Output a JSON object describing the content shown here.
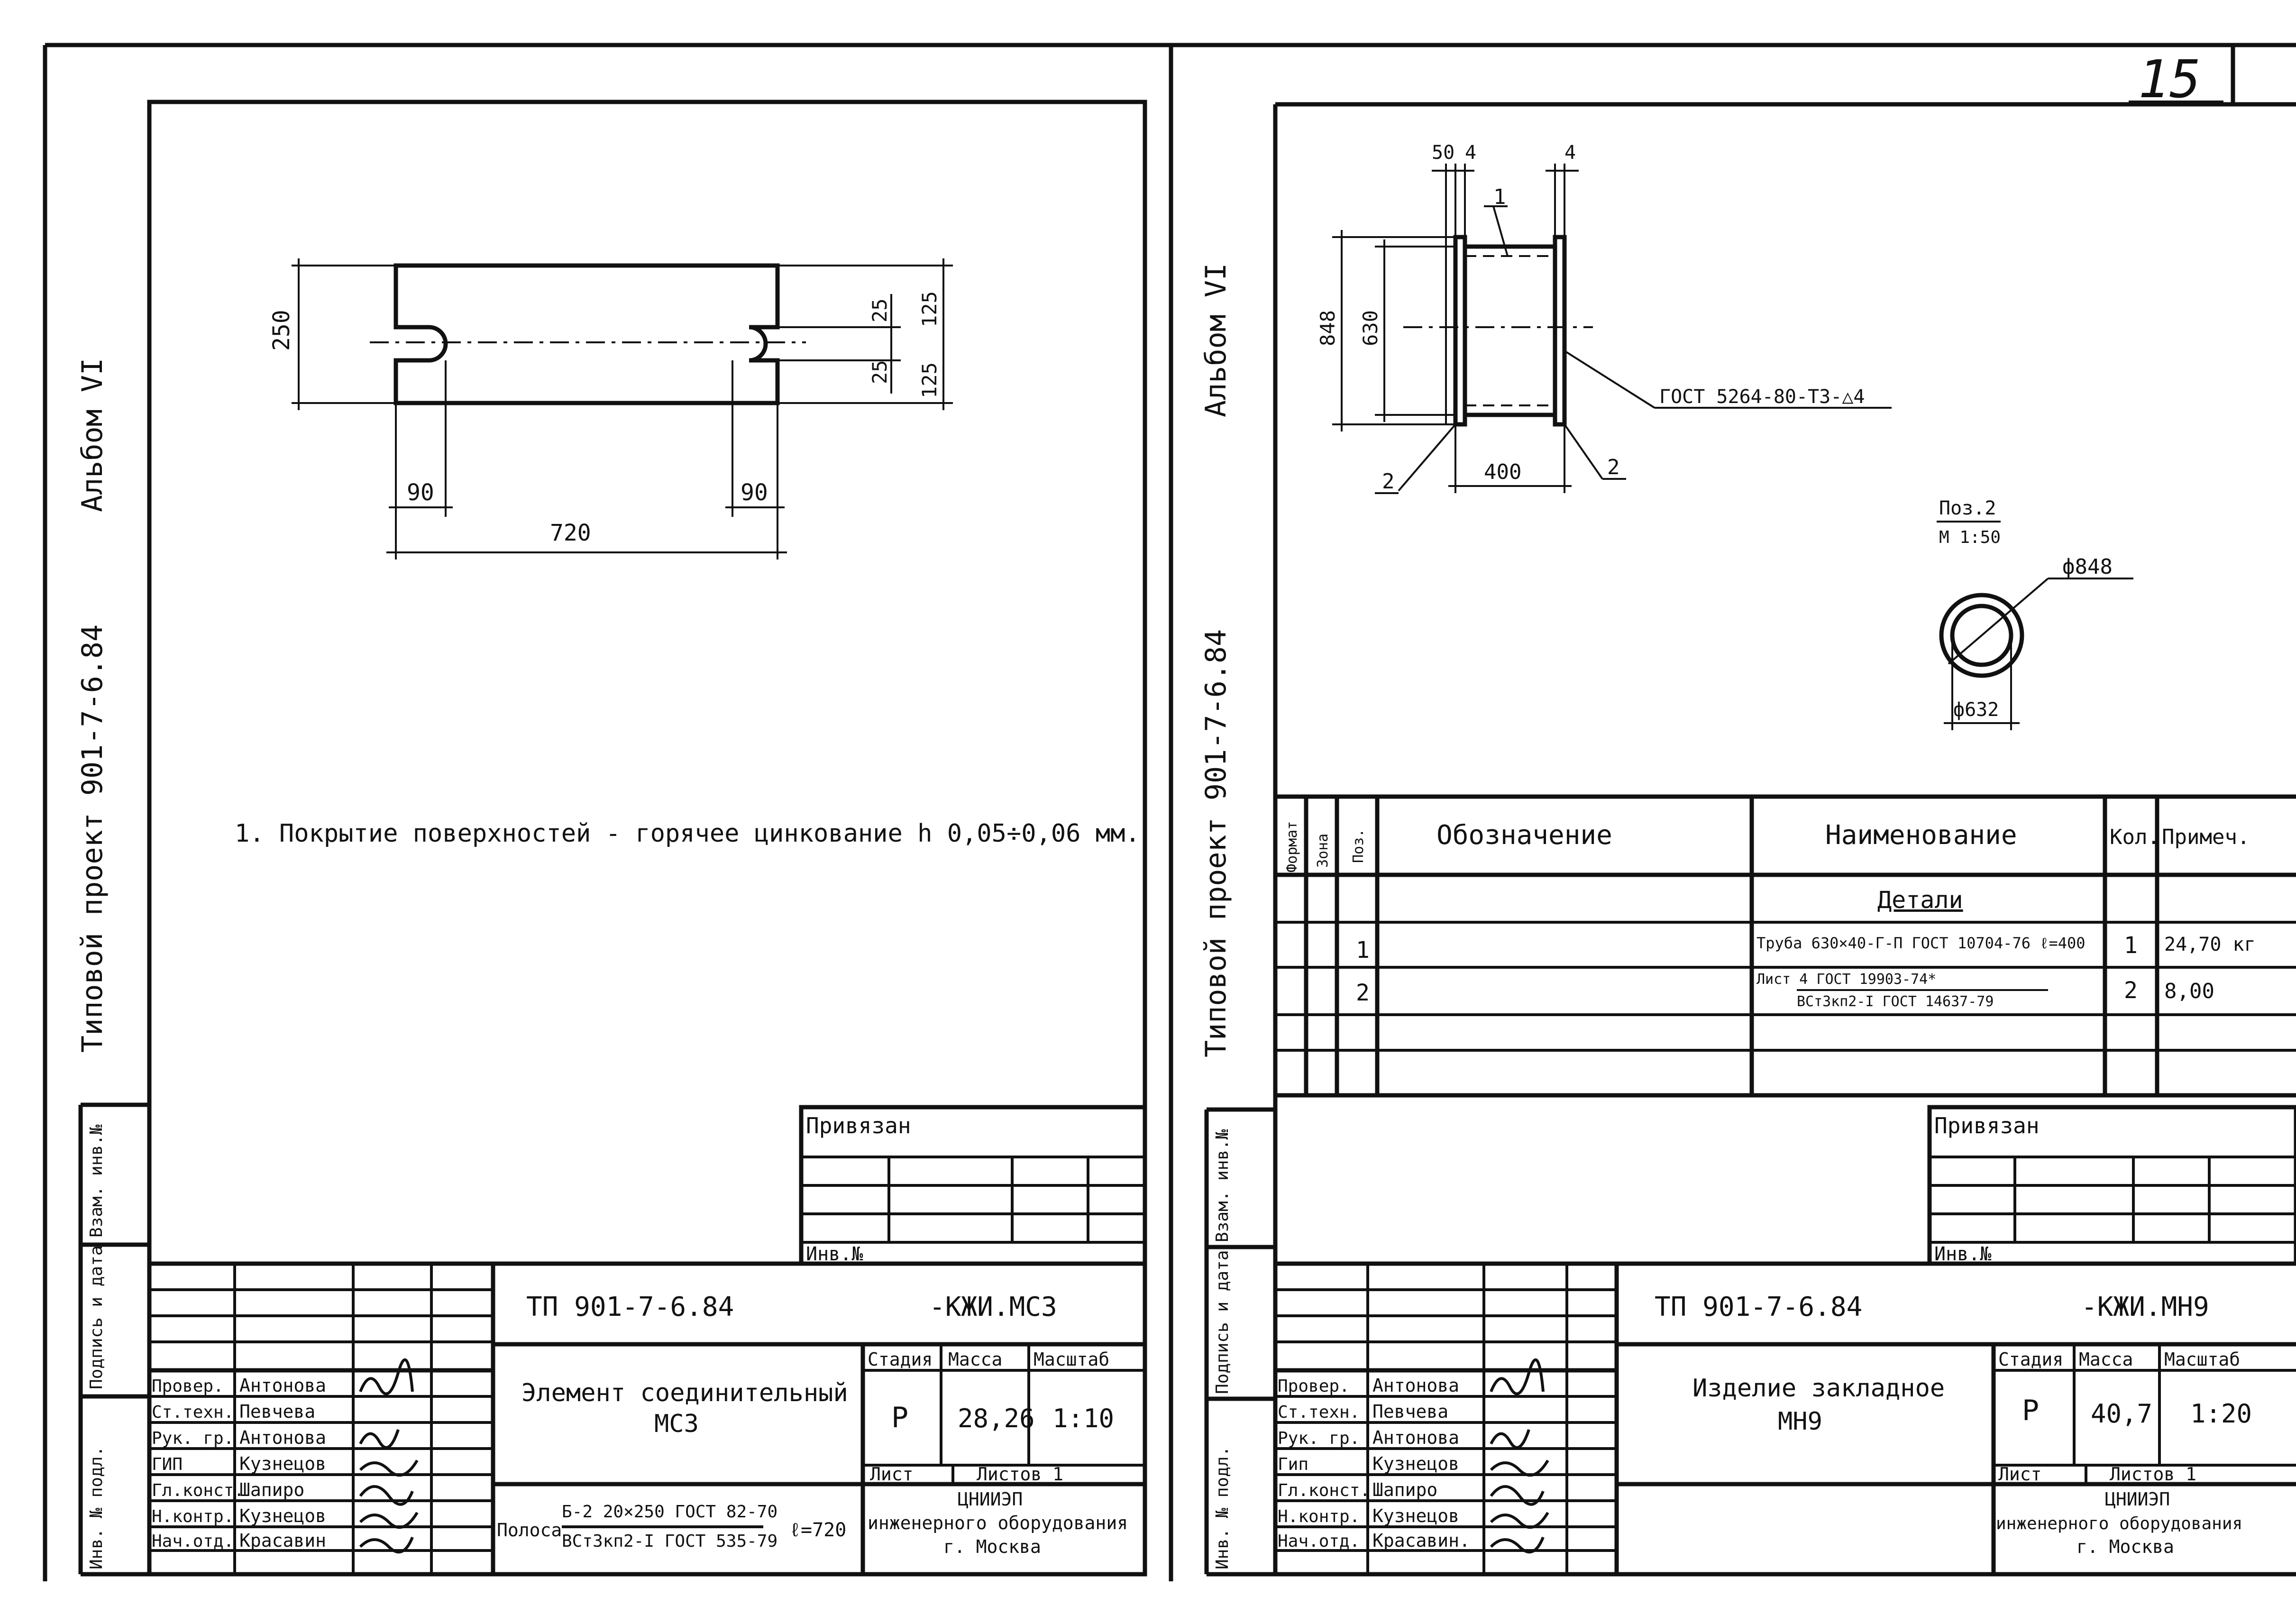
{
  "page_number": "15",
  "left_sheet": {
    "side_project": "Типовой  проект  901-7-6.84",
    "side_album": "Альбом VI",
    "dims": {
      "height": "250",
      "notch_top": "25",
      "notch_bottom": "25",
      "half_top": "125",
      "half_bottom": "125",
      "notch_left": "90",
      "notch_right": "90",
      "length": "720"
    },
    "note": "1. Покрытие  поверхностей - горячее  цинкование  h 0,05÷0,06 мм.",
    "privyazan": "Привязан",
    "inv_no": "Инв.№",
    "margin_labels": {
      "vzam": "Взам. инв.№",
      "podp": "Подпись и дата",
      "inv": "Инв. № подл."
    },
    "doc_code": "ТП 901-7-6.84",
    "doc_suffix": "-КЖИ.МС3",
    "title": "Элемент соединительный",
    "title_mark": "МС3",
    "material_label": "Полоса",
    "material_top": "Б-2 20×250 ГОСТ 82-70",
    "material_bottom": "ВСт3кп2-I ГОСТ 535-79",
    "material_length": "ℓ=720",
    "stage_header": "Стадия",
    "mass_header": "Масса",
    "scale_header": "Масштаб",
    "stage": "Р",
    "mass": "28,26",
    "scale": "1:10",
    "sheet_label": "Лист",
    "sheets_label": "Листов 1",
    "org": [
      "ЦНИИЭП",
      "инженерного оборудования",
      "г. Москва"
    ],
    "roles": [
      "Провер.",
      "Ст.техн.",
      "Рук. гр.",
      "ГИП",
      "Гл.конст.",
      "Н.контр.",
      "Нач.отд."
    ],
    "names": [
      "Антонова",
      "Певчева",
      "Антонова",
      "Кузнецов",
      "Шапиро",
      "Кузнецов",
      "Красавин"
    ]
  },
  "right_sheet": {
    "side_project": "Типовой  проект  901-7-6.84",
    "side_album": "Альбом VI",
    "dims": {
      "d_outer": "848",
      "d_inner": "630",
      "flange_a": "50",
      "flange_b": "4",
      "flange_c": "4",
      "length": "400"
    },
    "pos_labels": {
      "p1": "1",
      "p2a": "2",
      "p2b": "2"
    },
    "weld_note": "ГОСТ 5264-80-Т3-△4",
    "detail_title": "Поз.2",
    "detail_scale": "М 1:50",
    "detail_outer": "ф848",
    "detail_inner": "ф632",
    "table_headers": {
      "format": "Формат",
      "zone": "Зона",
      "pos": "Поз.",
      "designation": "Обозначение",
      "name": "Наименование",
      "qty": "Кол.",
      "note": "Примеч."
    },
    "table_section": "Детали",
    "rows": [
      {
        "pos": "1",
        "name": "Труба 630×40-Г-П ГОСТ 10704-76 ℓ=400",
        "name2": "",
        "qty": "1",
        "note": "24,70 кг"
      },
      {
        "pos": "2",
        "name": "Лист  4  ГОСТ 19903-74*",
        "name2": "ВСт3кп2-I ГОСТ 14637-79",
        "qty": "2",
        "note": "8,00"
      }
    ],
    "privyazan": "Привязан",
    "inv_no": "Инв.№",
    "margin_labels": {
      "vzam": "Взам. инв.№",
      "podp": "Подпись и дата",
      "inv": "Инв. № подл."
    },
    "doc_code": "ТП 901-7-6.84",
    "doc_suffix": "-КЖИ.МН9",
    "title": "Изделие закладное",
    "title_mark": "МН9",
    "stage_header": "Стадия",
    "mass_header": "Масса",
    "scale_header": "Масштаб",
    "stage": "Р",
    "mass": "40,7",
    "scale": "1:20",
    "sheet_label": "Лист",
    "sheets_label": "Листов 1",
    "org": [
      "ЦНИИЭП",
      "инженерного оборудования",
      "г. Москва"
    ],
    "roles": [
      "Провер.",
      "Ст.техн.",
      "Рук. гр.",
      "Гип",
      "Гл.конст.",
      "Н.контр.",
      "Нач.отд."
    ],
    "names": [
      "Антонова",
      "Певчева",
      "Антонова",
      "Кузнецов",
      "Шапиро",
      "Кузнецов",
      "Красавин."
    ]
  }
}
